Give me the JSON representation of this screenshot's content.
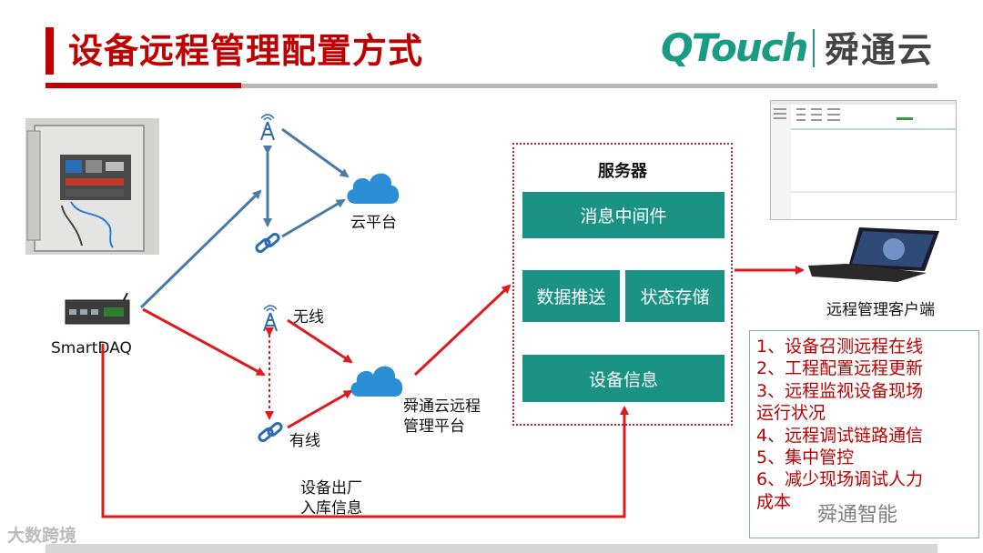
{
  "header": {
    "title": "设备远程管理配置方式",
    "logo_en": "QTouch",
    "logo_cn": "舜通云"
  },
  "device": {
    "label": "SmartDAQ"
  },
  "cloud_platform": {
    "label": "云平台"
  },
  "wireless": {
    "label": "无线"
  },
  "wired": {
    "label": "有线"
  },
  "remote_platform": {
    "label_line1": "舜通云远程",
    "label_line2": "管理平台"
  },
  "server": {
    "title": "服务器",
    "middleware": "消息中间件",
    "data_push": "数据推送",
    "state_storage": "状态存储",
    "device_info": "设备信息"
  },
  "client": {
    "label": "远程管理客户端"
  },
  "factory_info": {
    "line1": "设备出厂",
    "line2": "入库信息"
  },
  "features": [
    "1、设备召测远程在线",
    "2、工程配置远程更新",
    "3、远程监视设备现场",
    "运行状况",
    "4、远程调试链路通信",
    "5、集中管控",
    "6、减少现场调试人力",
    "成本"
  ],
  "watermarks": {
    "left": "大数跨境",
    "right": "舜通智能"
  },
  "colors": {
    "red": "#c00000",
    "teal": "#1a9384",
    "blue_arrow": "#4a7aa7",
    "cloud": "#2b8fd6"
  }
}
